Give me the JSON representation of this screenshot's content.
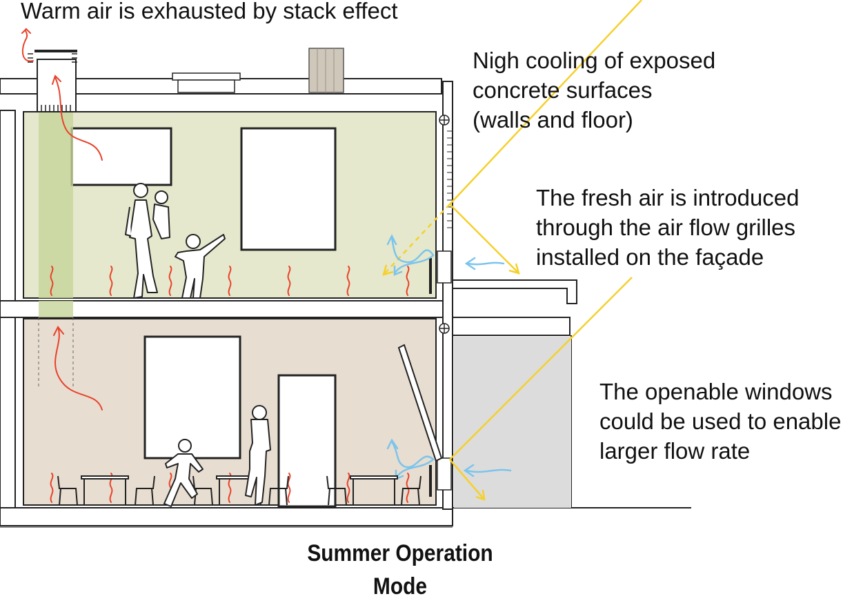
{
  "annotations": {
    "stack_effect": "Warm air is exhausted by stack effect",
    "night_cooling": [
      "Nigh cooling of exposed",
      "concrete surfaces",
      "(walls and floor)"
    ],
    "fresh_air": [
      "The fresh air is introduced",
      "through the air flow grilles",
      "installed on the façade"
    ],
    "openable_windows": [
      "The openable windows",
      "could be used to enable",
      "larger flow rate"
    ]
  },
  "caption": [
    "Summer Operation",
    "Mode"
  ],
  "colors": {
    "upper_wall": "#e5e8cc",
    "lower_wall": "#e7ddd0",
    "chimney": "#c7d49a",
    "sun_ray": "#f6d02c",
    "warm_air": "#e8412a",
    "fresh_air": "#7cc4ec",
    "outline": "#222222"
  }
}
